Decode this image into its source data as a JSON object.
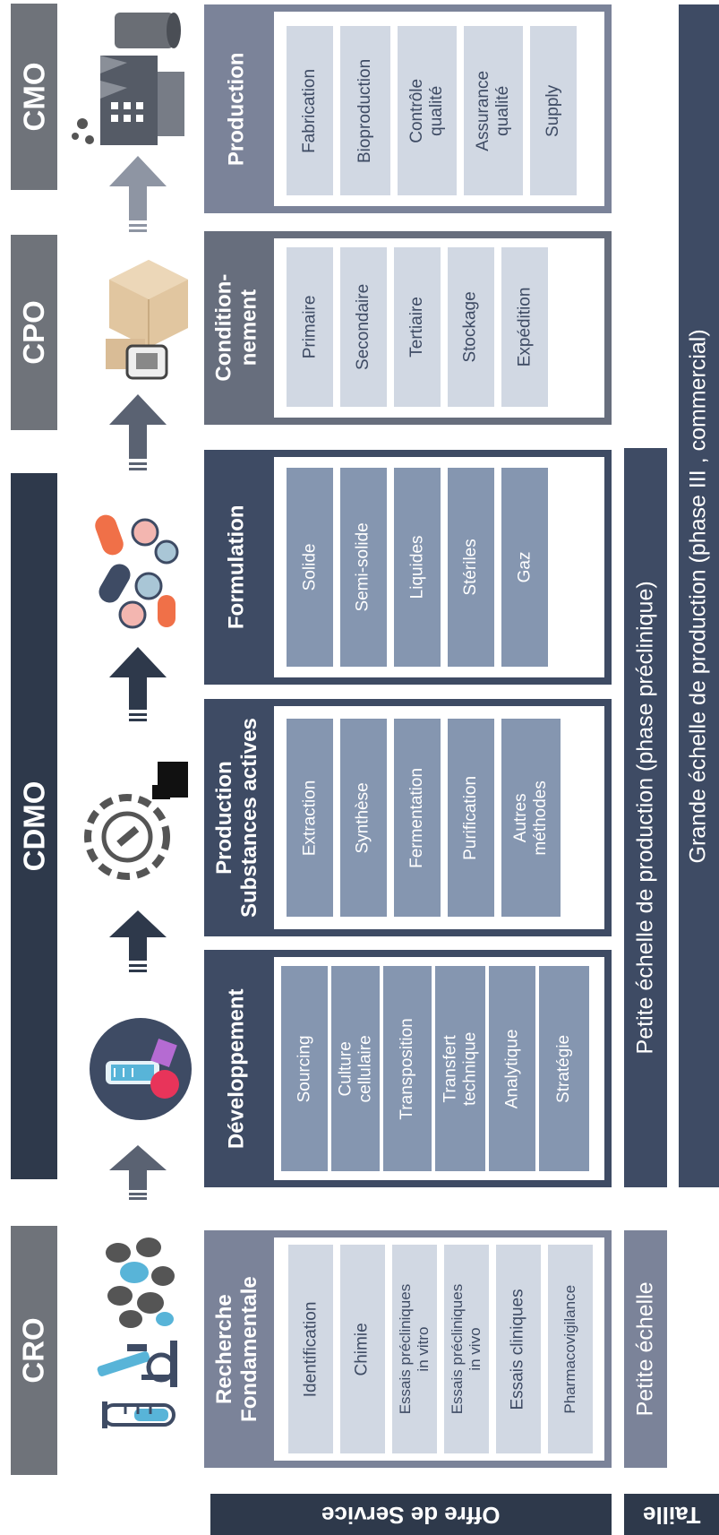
{
  "colors": {
    "dark_navy": "#2e394b",
    "navy": "#3e4b64",
    "cdmo_cell": "#8596b0",
    "cro_panel": "#7b8399",
    "cpo_panel": "#676e7d",
    "light_cell": "#d1d8e3",
    "gray_cat": "#6f737a"
  },
  "categories": {
    "cro": "CRO",
    "cdmo": "CDMO",
    "cpo": "CPO",
    "cmo": "CMO"
  },
  "columns": [
    {
      "title": "Recherche\nFondamentale",
      "items": [
        "Identification",
        "Chimie",
        "Essais précliniques\nin vitro",
        "Essais précliniques\nin vivo",
        "Essais cliniques",
        "Pharmacovigilance"
      ]
    },
    {
      "title": "Développement",
      "items": [
        "Sourcing",
        "Culture\ncellulaire",
        "Transposition",
        "Transfert\ntechnique",
        "Analytique",
        "Stratégie"
      ]
    },
    {
      "title": "Production\nSubstances actives",
      "items": [
        "Extraction",
        "Synthèse",
        "Fermentation",
        "Purification",
        "Autres\nméthodes"
      ]
    },
    {
      "title": "Formulation",
      "items": [
        "Solide",
        "Semi-solide",
        "Liquides",
        "Stériles",
        "Gaz"
      ]
    },
    {
      "title": "Condition-\nnement",
      "items": [
        "Primaire",
        "Secondaire",
        "Tertiaire",
        "Stockage",
        "Expédition"
      ]
    },
    {
      "title": "Production",
      "items": [
        "Fabrication",
        "Bioproduction",
        "Contrôle\nqualité",
        "Assurance\nqualité",
        "Supply"
      ]
    }
  ],
  "scale": {
    "cro_small": "Petite échelle",
    "small_production": "Petite échelle de production (phase préclinique)",
    "large_production": "Grande échelle de production (phase III , commercial)"
  },
  "labels": {
    "offre": "Offre de Service",
    "taille": "Taille"
  },
  "icons": [
    "test-tube-icon",
    "microscope-icon",
    "cells-icon",
    "lab-flask-icon",
    "gear-wrench-icon",
    "pills-icon",
    "boxes-bottle-icon",
    "factory-barrel-icon",
    "arrow-icon"
  ]
}
